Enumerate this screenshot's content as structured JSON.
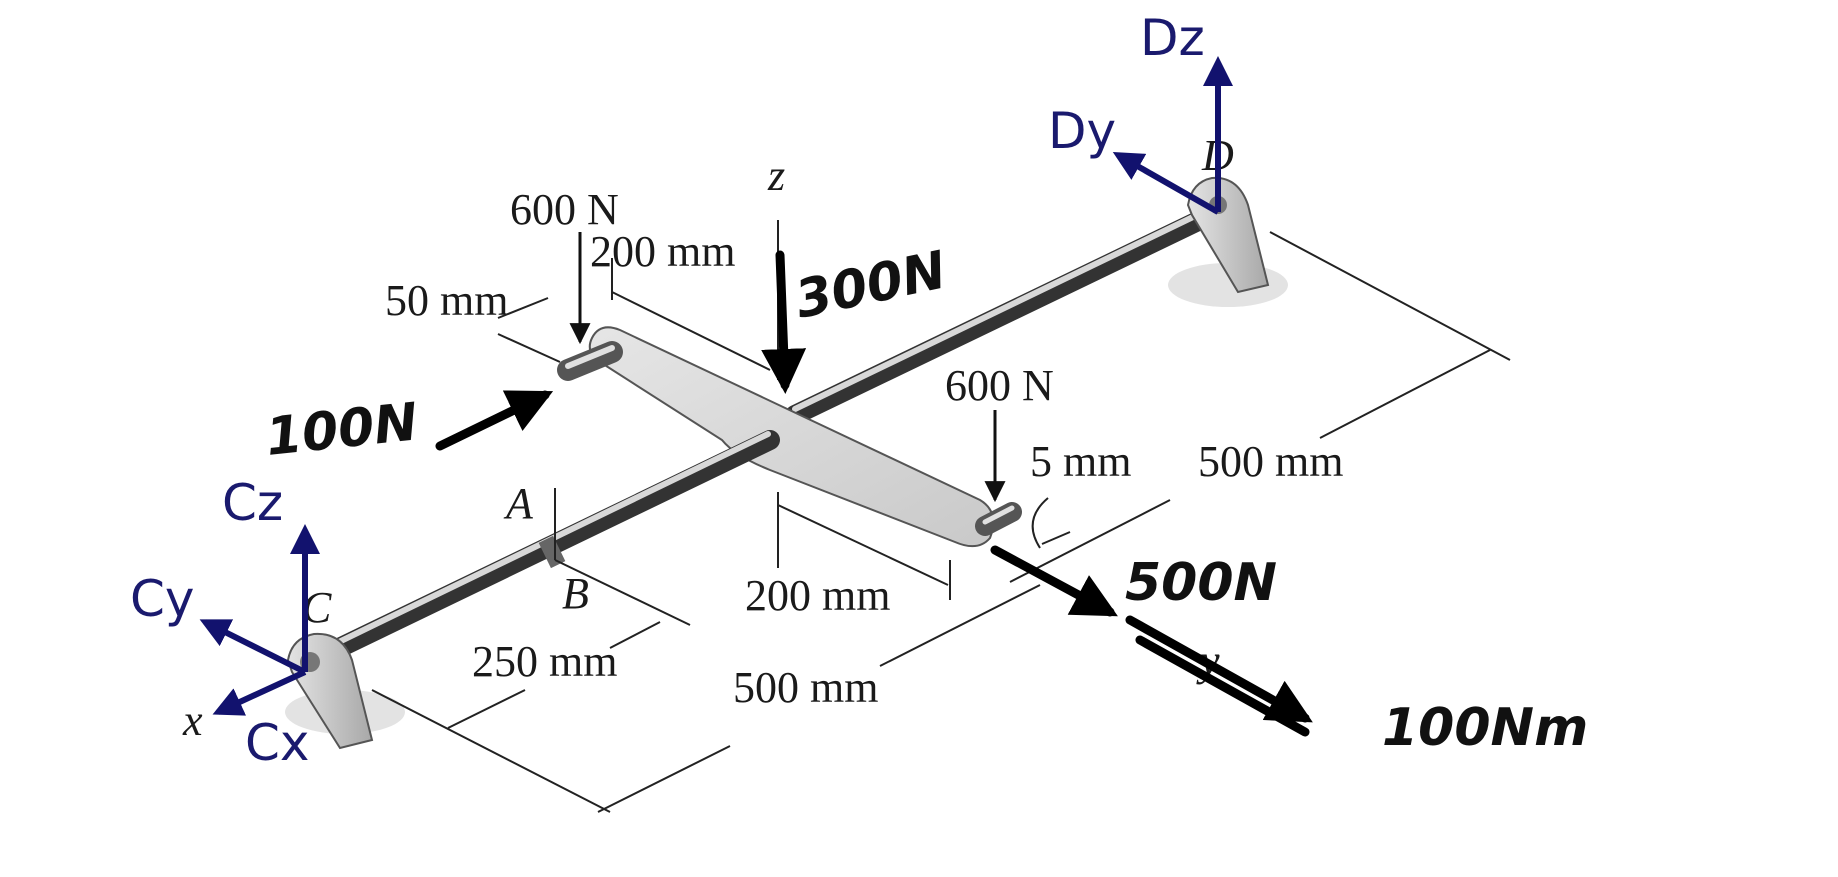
{
  "points": {
    "A": "A",
    "B": "B",
    "C": "C",
    "D": "D"
  },
  "axes": {
    "x": "x",
    "y": "y",
    "z": "z"
  },
  "loads": {
    "force_left_600": "600 N",
    "force_right_600": "600 N"
  },
  "dimensions": {
    "d_200_top": "200 mm",
    "d_50": "50 mm",
    "d_5": "5 mm",
    "d_500_right": "500 mm",
    "d_200_bottom": "200 mm",
    "d_250": "250 mm",
    "d_500_bottom": "500 mm"
  },
  "handwritten": {
    "f_300": "300N",
    "f_100": "100N",
    "f_500": "500N",
    "moment_100": "100Nm"
  },
  "reactions": {
    "Cz": "Cz",
    "Cy": "Cy",
    "Cx": "Cx",
    "Dz": "Dz",
    "Dy": "Dy"
  },
  "colors": {
    "reaction_arrows": "#12126e",
    "drawing": "#222222",
    "handwriting": "#000000"
  }
}
